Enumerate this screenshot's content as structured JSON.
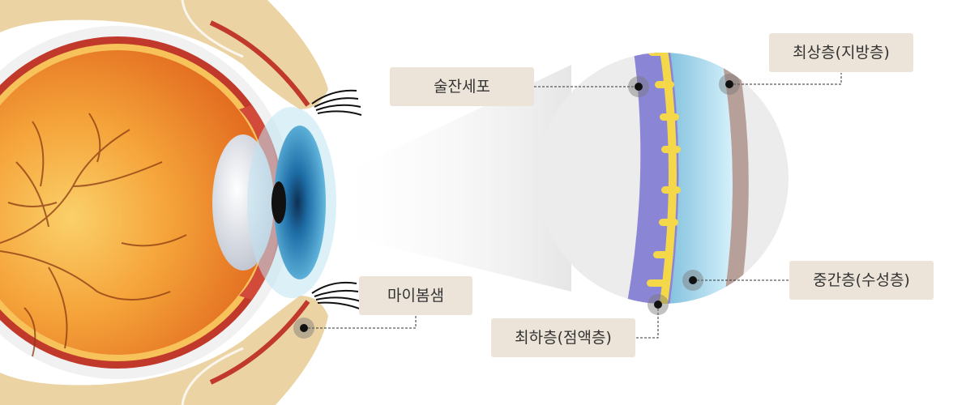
{
  "labels": {
    "goblet_cells": "술잔세포",
    "lipid_layer": "최상층(지방층)",
    "meibomian_gland": "마이봄샘",
    "aqueous_layer": "중간층(수성층)",
    "mucin_layer": "최하층(점액층)"
  },
  "colors": {
    "skin": "#ecd3a4",
    "eye_orange": "#f39a32",
    "sclera_white": "#f1f1f1",
    "iris_blue": "#1f6fa8",
    "mucin_purple": "#8b85d6",
    "goblet_yellow": "#f5d84a",
    "aqueous_blue": "#a7d7ea",
    "lipid_brown": "#b8a09a",
    "label_bg": "#ede4d9"
  }
}
